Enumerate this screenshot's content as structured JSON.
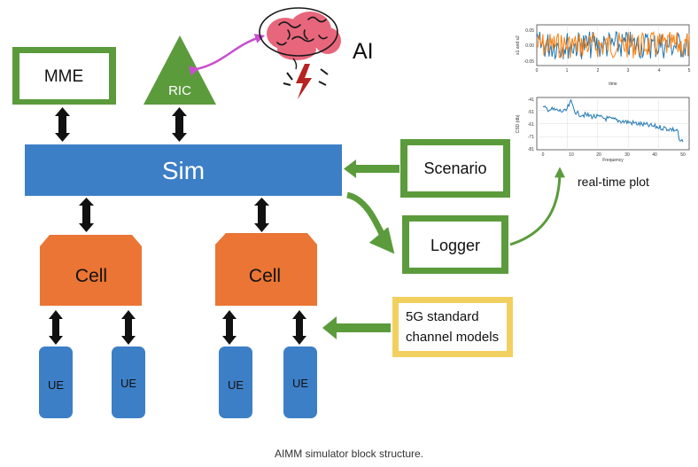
{
  "diagram": {
    "blocks": {
      "mme": "MME",
      "ric": "RIC",
      "ai": "AI",
      "sim": "Sim",
      "scenario": "Scenario",
      "logger": "Logger",
      "cell_left": "Cell",
      "cell_right": "Cell",
      "channel_models_line1": "5G standard",
      "channel_models_line2": "channel models",
      "ue": [
        "UE",
        "UE",
        "UE",
        "UE"
      ]
    },
    "realtime_plot_label": "real-time plot",
    "plot_top": {
      "ylabel": "s1 and s2",
      "xlabel": "time",
      "yticks": [
        "0.05",
        "0.00",
        "-0.05"
      ],
      "xticks": [
        "0",
        "1",
        "2",
        "3",
        "4",
        "5"
      ]
    },
    "plot_bottom": {
      "ylabel": "CSD (db)",
      "xlabel": "Frequency",
      "yticks": [
        "-41",
        "-51",
        "-61",
        "-71",
        "-81"
      ],
      "xticks": [
        "0",
        "10",
        "20",
        "30",
        "40",
        "50"
      ]
    }
  },
  "colors": {
    "green": "#5b9b3c",
    "blue": "#3d7fc6",
    "orange": "#ea7534",
    "yellow": "#f2d060",
    "magenta": "#c94fd0",
    "brain_pink": "#e8667c",
    "bolt_red": "#b52323",
    "series1": "#1f77b4",
    "series2": "#ff7f0e"
  },
  "caption": "AIMM simulator block structure."
}
